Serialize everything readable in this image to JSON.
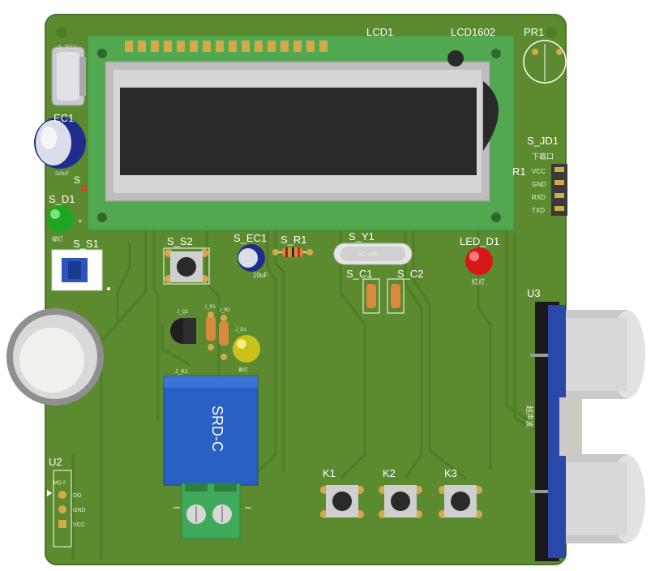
{
  "board": {
    "colors": {
      "pcb": "#5c8a2f",
      "pcb_edge": "#4a7426",
      "trace": "#4f7c27",
      "silk": "#ffffff",
      "pad_gold": "#d4a94a",
      "lcd_pcb": "#52a84e",
      "lcd_frame": "#bfbfbf",
      "lcd_screen": "#2a2a2a",
      "relay_blue": "#2a5fc4",
      "terminal_green": "#3faa5a"
    }
  },
  "labels": {
    "lcd1": "LCD1",
    "lcd1602": "LCD1602",
    "pr1": "PR1",
    "ec1": "EC1",
    "ec1_val": "220uF",
    "s_partial": "S",
    "s_d1": "S_D1",
    "s_d1_sub": "绿灯",
    "s_s1": "S_S1",
    "s_s2": "S_S2",
    "s_ec1": "S_EC1",
    "s_ec1_val": "10uF",
    "s_r1": "S_R1",
    "s_y1": "S_Y1",
    "s_y1_val": "HC-49S",
    "s_c1": "S_C1",
    "s_c2": "S_C2",
    "led_d1": "LED_D1",
    "led_d1_sub": "红灯",
    "s_jd1": "S_JD1",
    "xiazai": "下载口",
    "r1": "R1",
    "vcc": "VCC",
    "gnd": "GND",
    "rxd": "RXD",
    "txd": "TXD",
    "u3": "U3",
    "jk1": "J_K1",
    "relay": "SRD-C",
    "k1": "K1",
    "k2": "K2",
    "k3": "K3",
    "u2": "U2",
    "u2_do": "DO",
    "u2_gnd": "GND",
    "u2_vcc": "VCC",
    "u2_name": "MQ-2",
    "s_tec1": "S_TEC1",
    "jq1": "J_Q1",
    "jr_a": "J_R1",
    "jr_b": "J_R2",
    "jd1": "J_D1",
    "jd1_sub": "黄灯",
    "hcsr04_side": "超声波"
  }
}
